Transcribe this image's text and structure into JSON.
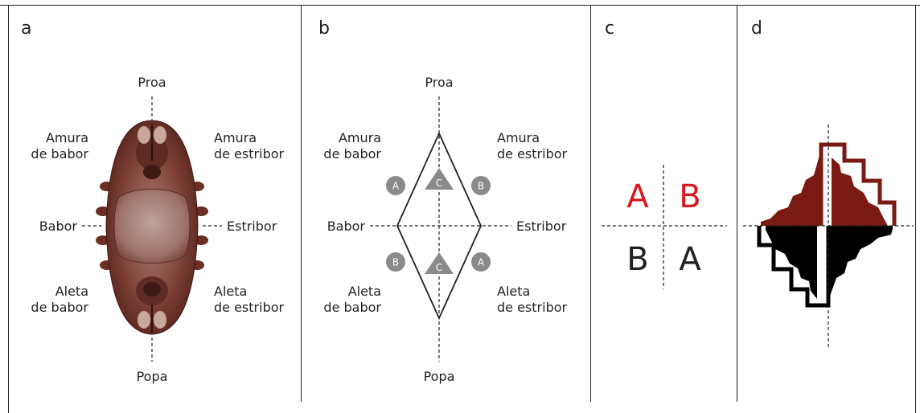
{
  "panels": {
    "a": {
      "letter": "a",
      "labels": {
        "proa": "Proa",
        "popa": "Popa",
        "babor": "Babor",
        "estribor": "Estribor",
        "amura_babor_1": "Amura",
        "amura_babor_2": "de babor",
        "amura_estribor_1": "Amura",
        "amura_estribor_2": "de estribor",
        "aleta_babor_1": "Aleta",
        "aleta_babor_2": "de babor",
        "aleta_estribor_1": "Aleta",
        "aleta_estribor_2": "de estribor"
      }
    },
    "b": {
      "letter": "b",
      "labels": {
        "proa": "Proa",
        "popa": "Popa",
        "babor": "Babor",
        "estribor": "Estribor",
        "amura_babor_1": "Amura",
        "amura_babor_2": "de babor",
        "amura_estribor_1": "Amura",
        "amura_estribor_2": "de estribor",
        "aleta_babor_1": "Aleta",
        "aleta_babor_2": "de babor",
        "aleta_estribor_1": "Aleta",
        "aleta_estribor_2": "de estribor"
      },
      "markers": {
        "upper_left": "A",
        "upper_center": "C",
        "upper_right": "B",
        "lower_left": "B",
        "lower_center": "C",
        "lower_right": "A"
      },
      "marker_color": "#8a8a8a"
    },
    "c": {
      "letter": "c",
      "quadrants": {
        "top_left": "A",
        "top_right": "B",
        "bottom_left": "B",
        "bottom_right": "A"
      },
      "top_color": "#d7191f",
      "bottom_color": "#231f20"
    },
    "d": {
      "letter": "d",
      "top_color": "#7a1a12",
      "bottom_color": "#000000"
    }
  }
}
